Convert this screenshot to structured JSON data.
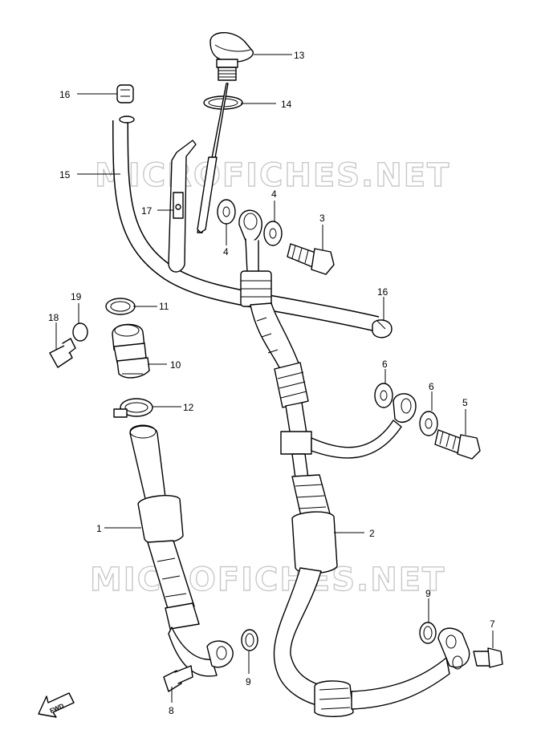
{
  "watermark": "MICROFICHES.NET",
  "fwd_label": "FWD",
  "callouts": {
    "c1": "1",
    "c2": "2",
    "c3": "3",
    "c4a": "4",
    "c4b": "4",
    "c5": "5",
    "c6a": "6",
    "c6b": "6",
    "c7": "7",
    "c8": "8",
    "c9a": "9",
    "c9b": "9",
    "c10": "10",
    "c11": "11",
    "c12": "12",
    "c13": "13",
    "c14": "14",
    "c15": "15",
    "c16a": "16",
    "c16b": "16",
    "c17": "17",
    "c18": "18",
    "c19": "19"
  }
}
